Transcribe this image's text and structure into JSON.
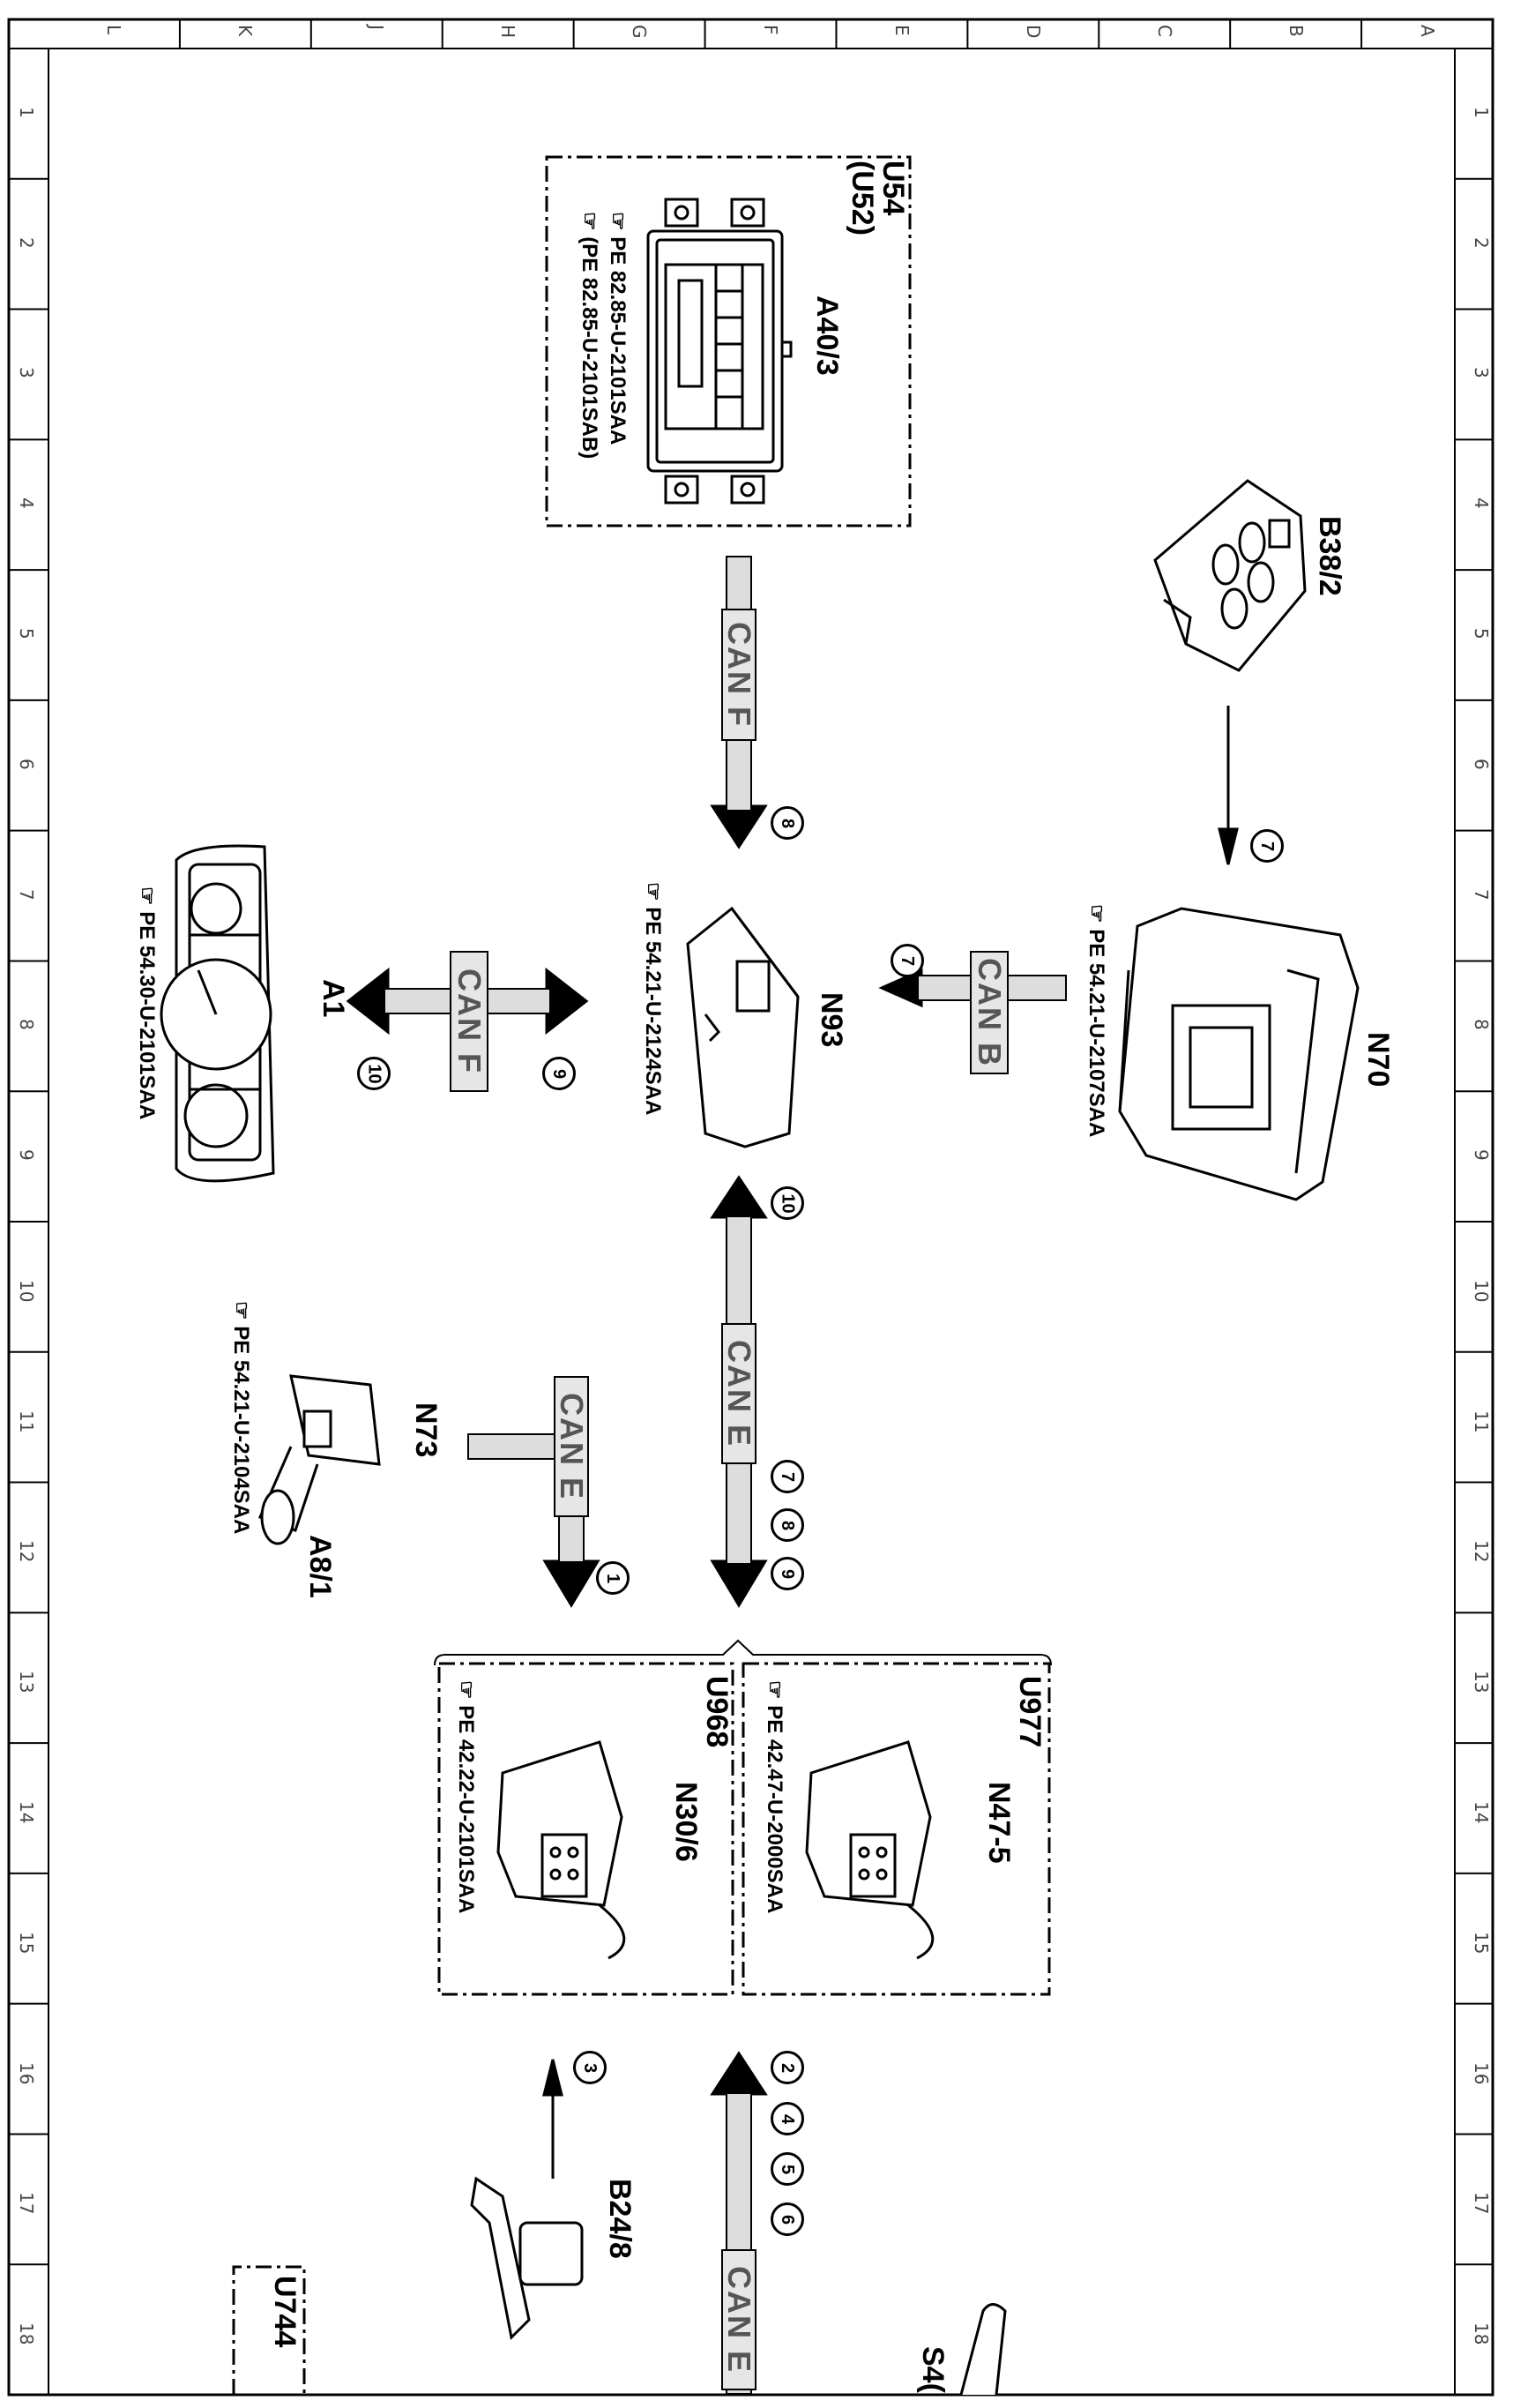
{
  "grid": {
    "top_letters": [
      "L",
      "K",
      "J",
      "H",
      "G",
      "F",
      "E",
      "D",
      "C",
      "B",
      "A"
    ],
    "right_numbers": [
      "1",
      "2",
      "3",
      "4",
      "5",
      "6",
      "7",
      "8",
      "9",
      "10",
      "11",
      "12",
      "13",
      "14",
      "15",
      "16",
      "17",
      "18"
    ]
  },
  "components": {
    "u54": {
      "label": "U54",
      "sublabel": "(U52)",
      "name": "A40/3",
      "pe1": "PE 82.85-U-2101SAA",
      "pe2": "(PE 82.85-U-2101SAB)"
    },
    "b38": {
      "name": "B38/2"
    },
    "n70": {
      "name": "N70",
      "pe": "PE 54.21-U-2107SAA"
    },
    "n93": {
      "name": "N93",
      "pe": "PE 54.21-U-2124SAA"
    },
    "a1": {
      "name": "A1",
      "pe": "PE 54.30-U-2101SAA"
    },
    "n73": {
      "name": "N73",
      "pe": "PE 54.21-U-2104SAA",
      "key": "A8/1"
    },
    "u977": {
      "label": "U977",
      "name": "N47-5",
      "pe": "PE 42.47-U-2000SAA"
    },
    "u968": {
      "label": "U968",
      "name": "N30/6",
      "pe": "PE 42.22-U-2101SAA"
    },
    "b24": {
      "name": "B24/8"
    },
    "u744": {
      "label": "U744"
    },
    "s4": {
      "name": "S4("
    }
  },
  "buses": {
    "can_f_top": "CAN F",
    "can_b": "CAN B",
    "can_f_left": "CAN F",
    "can_e_mid": "CAN E",
    "can_e_n73": "CAN E",
    "can_e_bottom": "CAN E"
  },
  "signals": {
    "s_b38_n70": "7",
    "s_can_b": "7",
    "s_can_f_top": "8",
    "s_can_f_right": "9",
    "s_can_f_left": "10",
    "s_can_e_up": "10",
    "s_can_e_down": [
      "7",
      "8",
      "9"
    ],
    "s_n73": "1",
    "s_b24": "3",
    "s_can_e_bottom": [
      "2",
      "4",
      "5",
      "6"
    ]
  }
}
